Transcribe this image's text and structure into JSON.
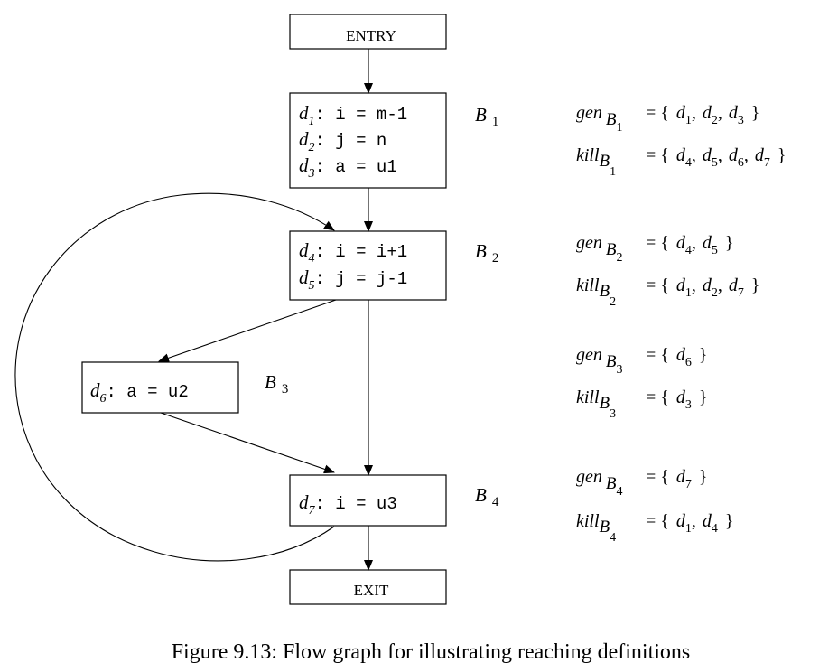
{
  "figure": {
    "caption": "Figure 9.13: Flow graph for illustrating reaching definitions"
  },
  "nodes": {
    "entry": {
      "label": "ENTRY"
    },
    "exit": {
      "label": "EXIT"
    },
    "B1": {
      "label_main": "B",
      "label_sub": "1",
      "lines": [
        {
          "d": "d",
          "n": "1",
          "code": ": i = m-1"
        },
        {
          "d": "d",
          "n": "2",
          "code": ": j = n"
        },
        {
          "d": "d",
          "n": "3",
          "code": ": a = u1"
        }
      ]
    },
    "B2": {
      "label_main": "B",
      "label_sub": "2",
      "lines": [
        {
          "d": "d",
          "n": "4",
          "code": ": i = i+1"
        },
        {
          "d": "d",
          "n": "5",
          "code": ": j = j-1"
        }
      ]
    },
    "B3": {
      "label_main": "B",
      "label_sub": "3",
      "lines": [
        {
          "d": "d",
          "n": "6",
          "code": ": a = u2"
        }
      ]
    },
    "B4": {
      "label_main": "B",
      "label_sub": "4",
      "lines": [
        {
          "d": "d",
          "n": "7",
          "code": ": i = u3"
        }
      ]
    }
  },
  "sets": {
    "B1": {
      "gen_word": "gen",
      "gen_block": "B",
      "gen_sub": "1",
      "gen_eq": "= {",
      "gen_items": [
        "1",
        "2",
        "3"
      ],
      "gen_close": "}",
      "kill_word": "kill",
      "kill_block": "B",
      "kill_sub": "1",
      "kill_eq": "= {",
      "kill_items": [
        "4",
        "5",
        "6",
        "7"
      ],
      "kill_close": "}"
    },
    "B2": {
      "gen_word": "gen",
      "gen_block": "B",
      "gen_sub": "2",
      "gen_eq": "= {",
      "gen_items": [
        "4",
        "5"
      ],
      "gen_close": "}",
      "kill_word": "kill",
      "kill_block": "B",
      "kill_sub": "2",
      "kill_eq": "= {",
      "kill_items": [
        "1",
        "2",
        "7"
      ],
      "kill_close": "}"
    },
    "B3": {
      "gen_word": "gen",
      "gen_block": "B",
      "gen_sub": "3",
      "gen_eq": "= {",
      "gen_items": [
        "6"
      ],
      "gen_close": "}",
      "kill_word": "kill",
      "kill_block": "B",
      "kill_sub": "3",
      "kill_eq": "= {",
      "kill_items": [
        "3"
      ],
      "kill_close": "}"
    },
    "B4": {
      "gen_word": "gen",
      "gen_block": "B",
      "gen_sub": "4",
      "gen_eq": "= {",
      "gen_items": [
        "7"
      ],
      "gen_close": "}",
      "kill_word": "kill",
      "kill_block": "B",
      "kill_sub": "4",
      "kill_eq": "= {",
      "kill_items": [
        "1",
        "4"
      ],
      "kill_close": "}"
    }
  }
}
